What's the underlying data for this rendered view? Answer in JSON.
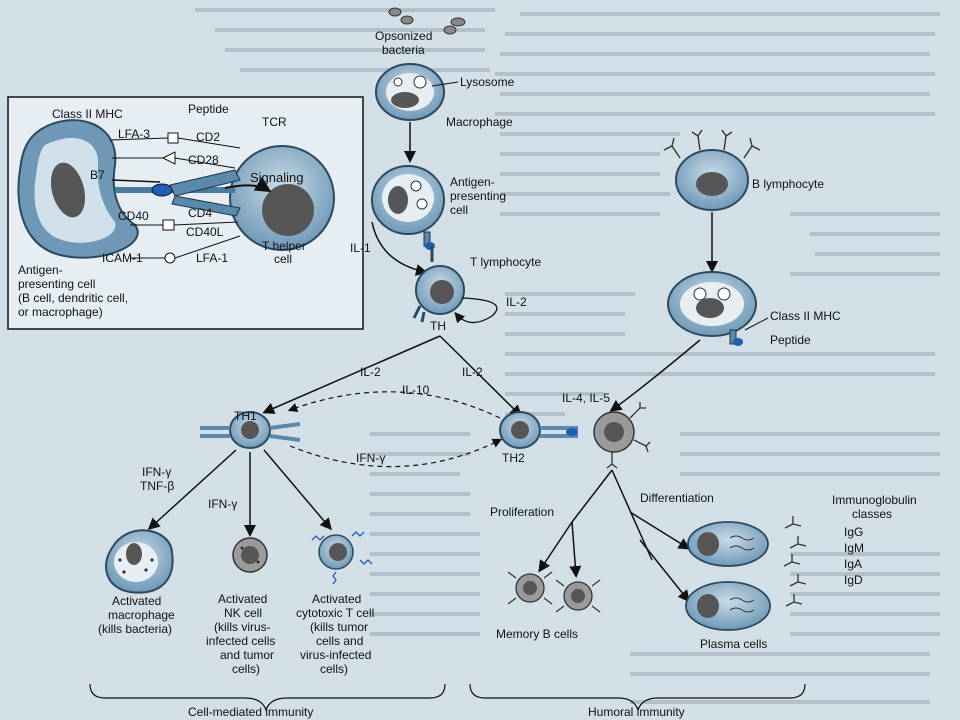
{
  "colors": {
    "background": "#4c6f87",
    "panel": "#d9e4ea",
    "cell_fill": "#7fa6c2",
    "cell_light": "#b9d0df",
    "nucleus": "#565656",
    "accent_blue": "#1f5fb3"
  },
  "inset": {
    "class_ii_mhc": "Class II MHC",
    "peptide": "Peptide",
    "tcr": "TCR",
    "lfa3": "LFA-3",
    "cd2": "CD2",
    "cd28": "CD28",
    "b7": "B7",
    "signaling": "Signaling",
    "cd4": "CD4",
    "cd40": "CD40",
    "cd40l": "CD40L",
    "icam1": "ICAM-1",
    "lfa1": "LFA-1",
    "t_helper_line1": "T helper",
    "t_helper_line2": "cell",
    "apc_line1": "Antigen-",
    "apc_line2": "presenting cell",
    "apc_line3": "(B cell, dendritic cell,",
    "apc_line4": "or macrophage)"
  },
  "main": {
    "opsonized_line1": "Opsonized",
    "opsonized_line2": "bacteria",
    "lysosome": "Lysosome",
    "macrophage": "Macrophage",
    "apc_line1": "Antigen-",
    "apc_line2": "presenting",
    "apc_line3": "cell",
    "il1": "IL-1",
    "t_lymphocyte": "T lymphocyte",
    "th": "TH",
    "il2_loop": "IL-2",
    "il2_left": "IL-2",
    "il2_right": "IL-2",
    "il10": "IL-10",
    "th1": "TH1",
    "th2": "TH2",
    "ifn_gamma_mid": "IFN-γ",
    "ifn_tnf_line1": "IFN-γ",
    "ifn_tnf_line2": "TNF-β",
    "ifn_gamma_nk": "IFN-γ",
    "il4_il5": "IL-4, IL-5",
    "b_lymphocyte": "B lymphocyte",
    "class_ii_mhc": "Class II MHC",
    "peptide": "Peptide",
    "proliferation": "Proliferation",
    "differentiation": "Differentiation",
    "immunoglobulin_line1": "Immunoglobulin",
    "immunoglobulin_line2": "classes",
    "igg": "IgG",
    "igm": "IgM",
    "iga": "IgA",
    "igd": "IgD",
    "memory_b_cells": "Memory B cells",
    "plasma_cells": "Plasma cells",
    "act_mac_line1": "Activated",
    "act_mac_line2": "macrophage",
    "act_mac_line3": "(kills bacteria)",
    "act_nk_line1": "Activated",
    "act_nk_line2": "NK cell",
    "act_nk_line3": "(kills virus-",
    "act_nk_line4": "infected cells",
    "act_nk_line5": "and tumor",
    "act_nk_line6": "cells)",
    "act_ct_line1": "Activated",
    "act_ct_line2": "cytotoxic T cell",
    "act_ct_line3": "(kills tumor",
    "act_ct_line4": "cells and",
    "act_ct_line5": "virus-infected",
    "act_ct_line6": "cells)",
    "cell_mediated": "Cell-mediated immunity",
    "humoral": "Humoral immunity"
  }
}
